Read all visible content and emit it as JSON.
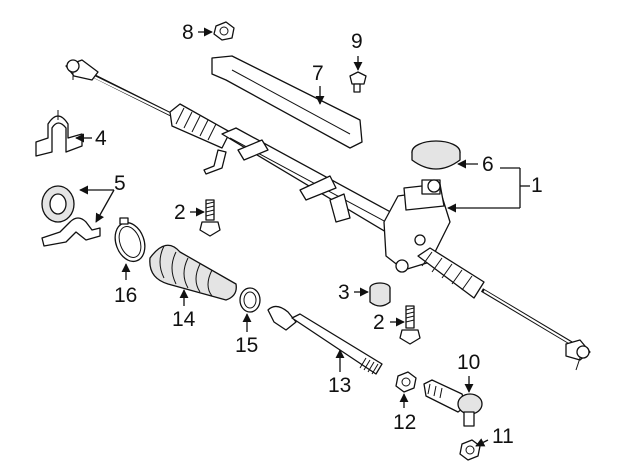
{
  "diagram": {
    "callouts": [
      {
        "id": "c1",
        "label": "1"
      },
      {
        "id": "c2a",
        "label": "2"
      },
      {
        "id": "c2b",
        "label": "2"
      },
      {
        "id": "c3",
        "label": "3"
      },
      {
        "id": "c4",
        "label": "4"
      },
      {
        "id": "c5",
        "label": "5"
      },
      {
        "id": "c6",
        "label": "6"
      },
      {
        "id": "c7",
        "label": "7"
      },
      {
        "id": "c8",
        "label": "8"
      },
      {
        "id": "c9",
        "label": "9"
      },
      {
        "id": "c10",
        "label": "10"
      },
      {
        "id": "c11",
        "label": "11"
      },
      {
        "id": "c12",
        "label": "12"
      },
      {
        "id": "c13",
        "label": "13"
      },
      {
        "id": "c14",
        "label": "14"
      },
      {
        "id": "c15",
        "label": "15"
      },
      {
        "id": "c16",
        "label": "16"
      }
    ]
  }
}
